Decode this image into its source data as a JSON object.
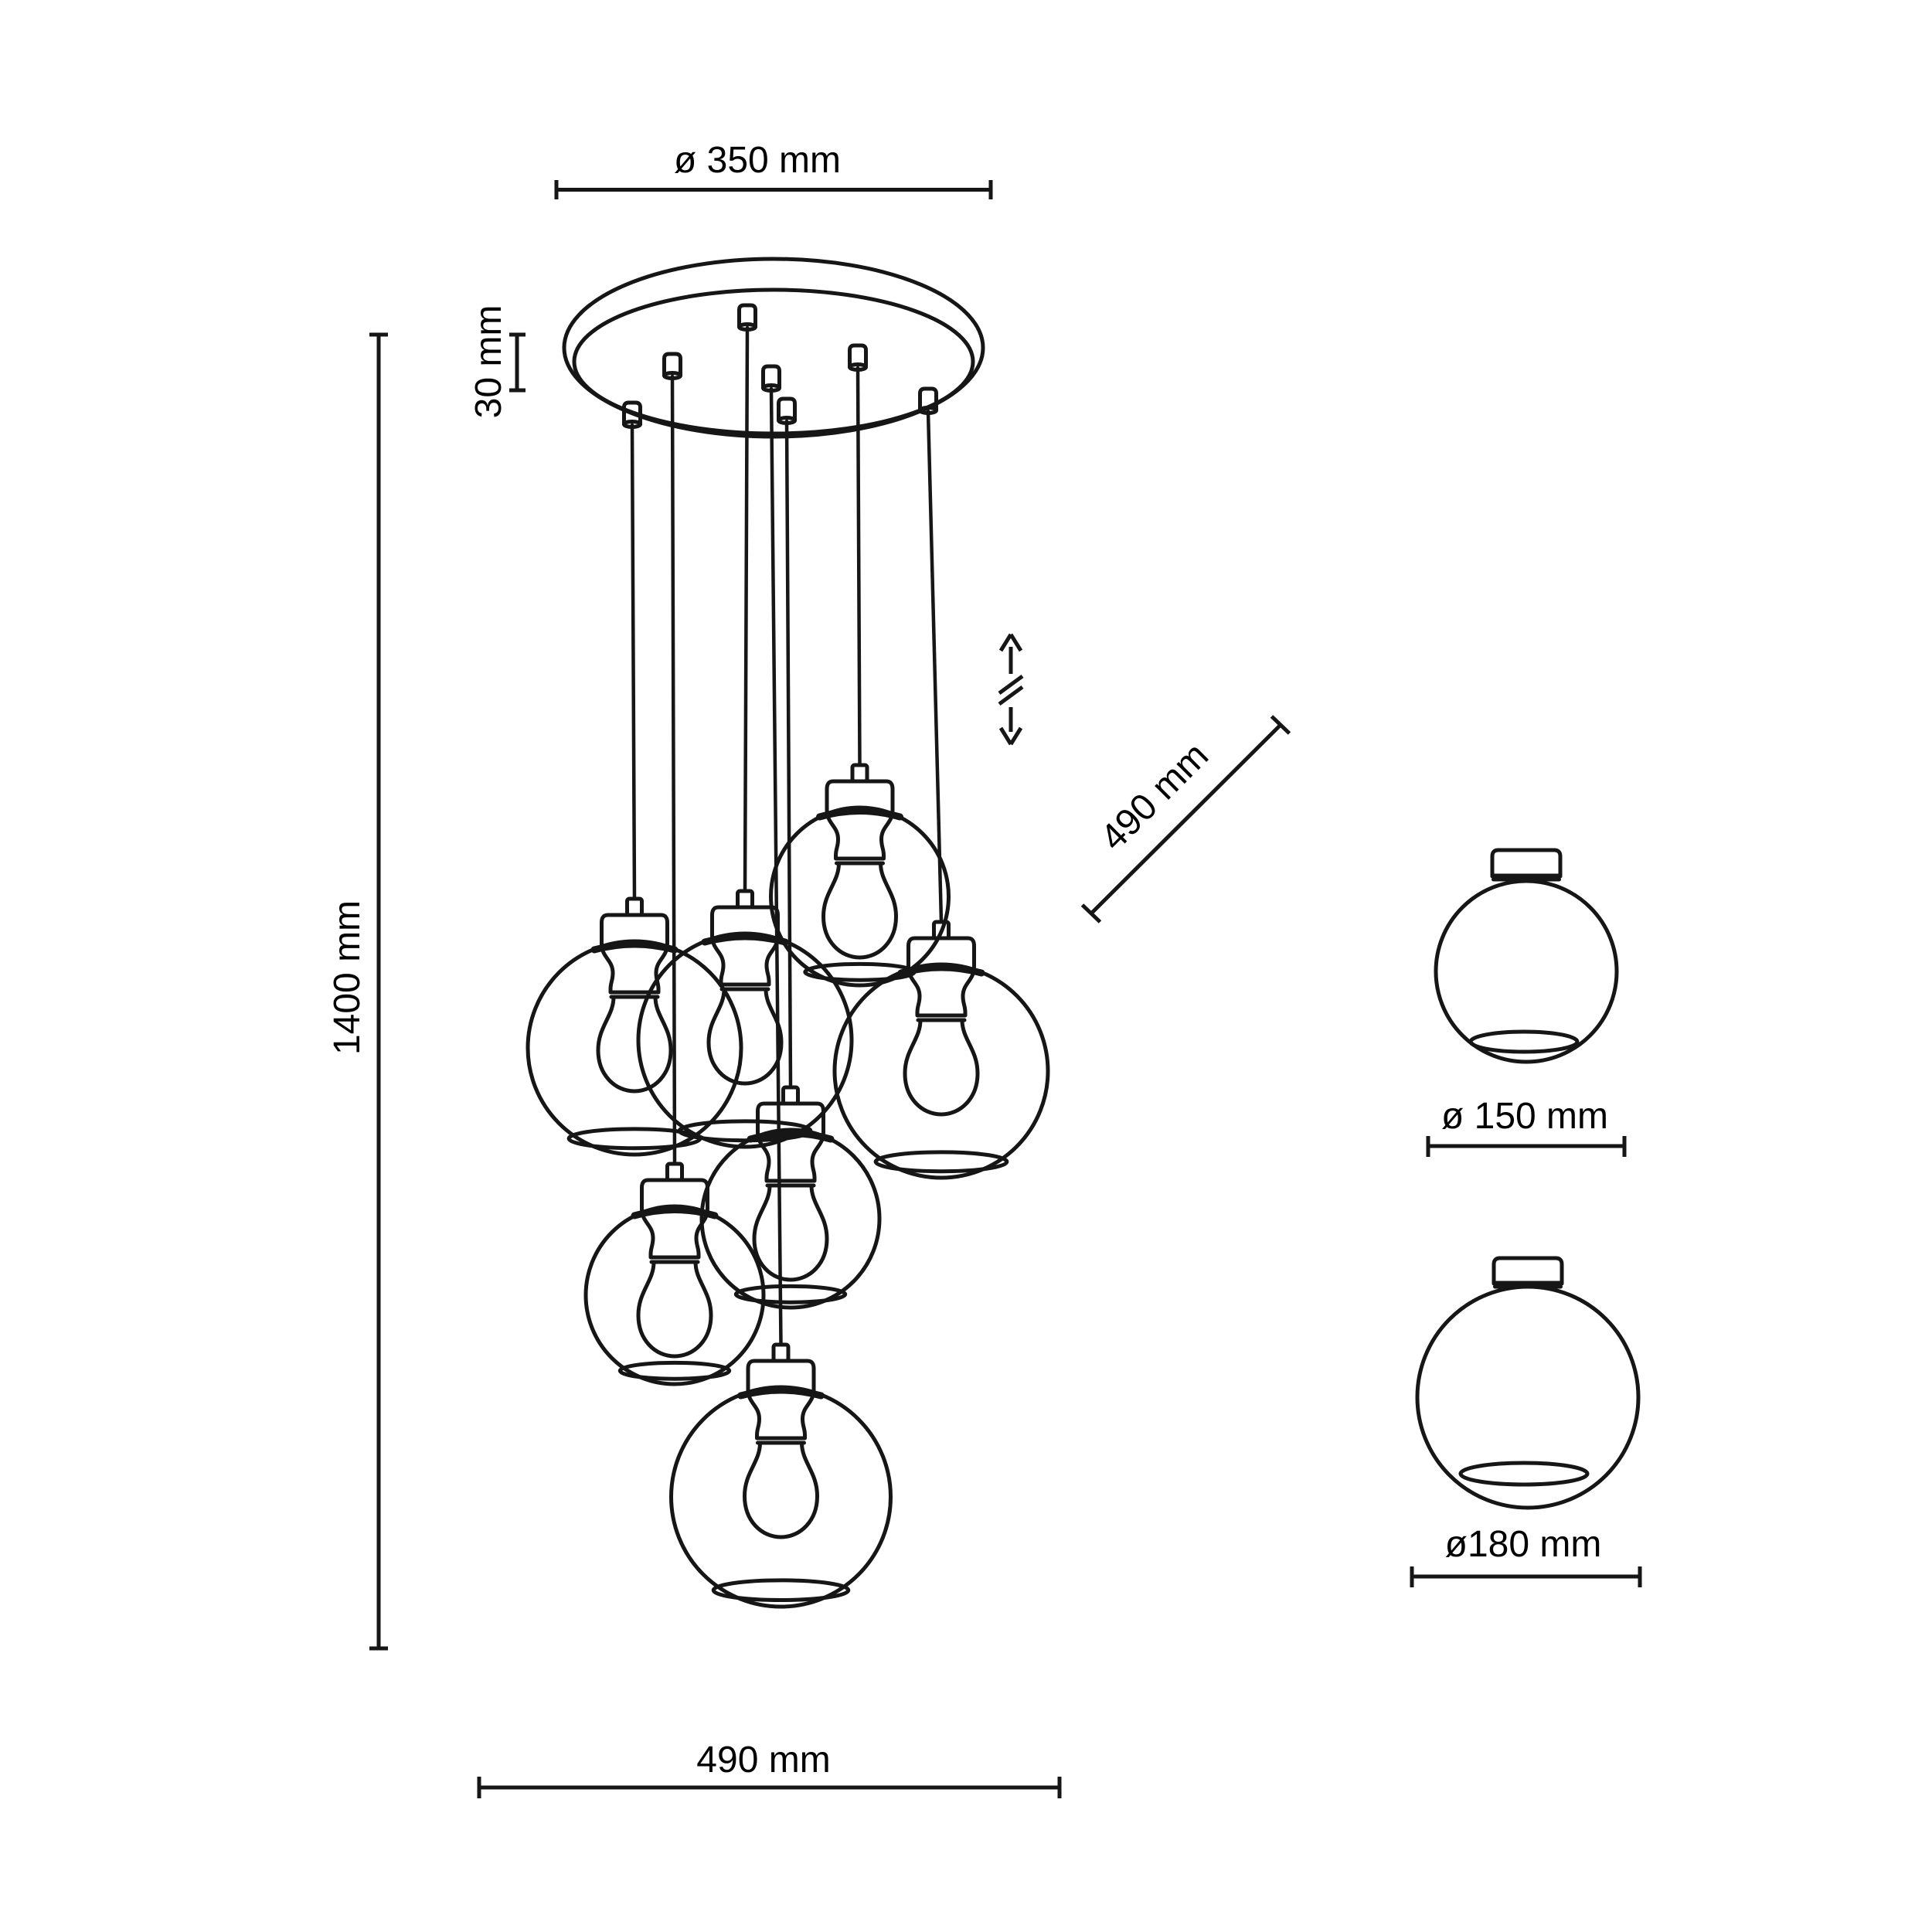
{
  "document": {
    "type": "technical line drawing",
    "subject": "cluster pendant ceiling lamp with glass globe shades, 7 lights"
  },
  "labels": {
    "canopy_diameter": "ø 350 mm",
    "canopy_height": "30 mm",
    "overall_height": "1400 mm",
    "cluster_diagonal": "490 mm",
    "cluster_width": "490 mm",
    "small_shade_diameter": "ø 150 mm",
    "large_shade_diameter": "ø180 mm"
  },
  "components": {
    "canopy": "round ceiling canopy with 7 cable grips",
    "pendant_count": 7,
    "pendant_parts": [
      "suspension cord",
      "cord connector",
      "socket",
      "light bulb",
      "glass globe shade"
    ],
    "shade_details": [
      {
        "name": "small glass globe",
        "diameter_label": "ø 150 mm"
      },
      {
        "name": "large glass globe",
        "diameter_label": "ø180 mm"
      }
    ],
    "height_adjustable_symbol": "double vertical arrow with break marks"
  },
  "colors": {
    "line": "#161616",
    "text": "#000000",
    "background": "#ffffff"
  }
}
